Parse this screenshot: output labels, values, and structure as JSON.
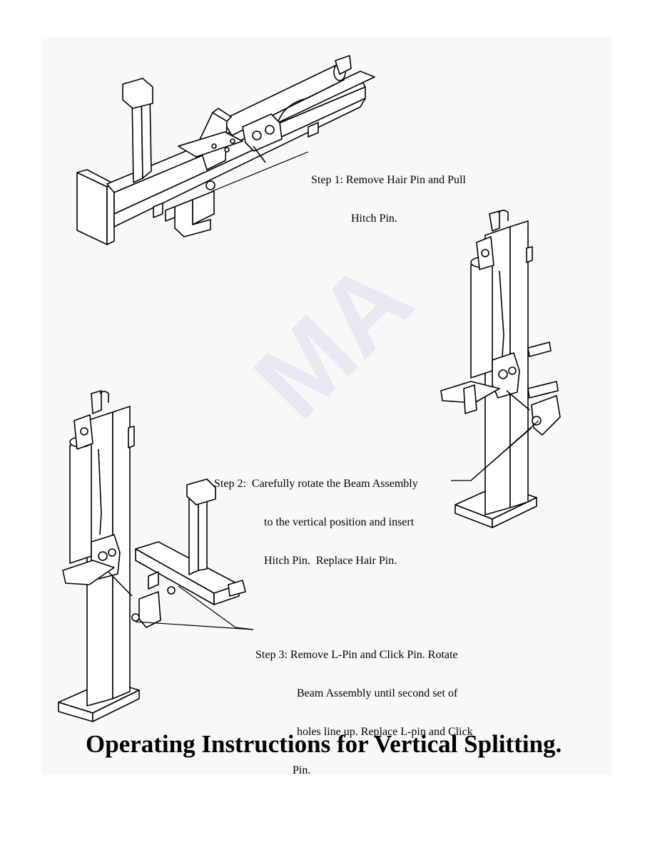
{
  "steps": [
    {
      "line1": "Step 1: Remove Hair Pin and Pull",
      "line2": "Hitch Pin."
    },
    {
      "line1": "Step 2:  Carefully rotate the Beam Assembly",
      "line2": "to the vertical position and insert",
      "line3": "Hitch Pin.  Replace Hair Pin."
    },
    {
      "line1": "Step 3: Remove L-Pin and Click Pin. Rotate",
      "line2": "Beam Assembly until second set of",
      "line3": "holes line up. Replace L-pin and Click",
      "line4": "Pin."
    }
  ],
  "title": "Operating Instructions for Vertical Splitting.",
  "watermark": "MA"
}
